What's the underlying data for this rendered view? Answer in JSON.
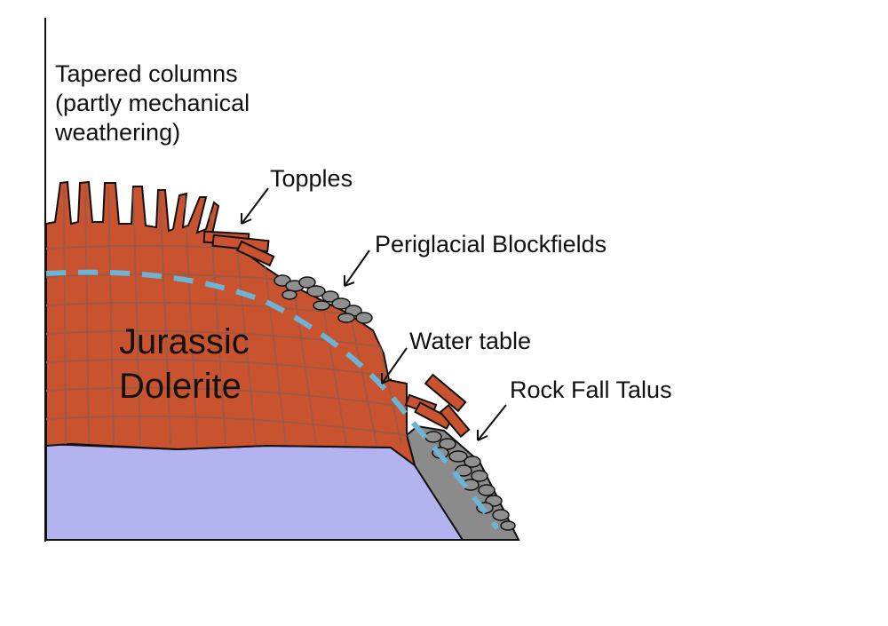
{
  "labels": {
    "tapered_columns": [
      "Tapered columns",
      "(partly mechanical",
      "weathering)"
    ],
    "topples": "Topples",
    "blockfields": "Periglacial Blockfields",
    "water_table": "Water table",
    "talus": "Rock Fall Talus",
    "rock_name": [
      "Jurassic",
      "Dolerite"
    ]
  },
  "colors": {
    "dolerite": "#c9532f",
    "joints": "#9a5a46",
    "base_rock": "#b3b3f0",
    "talus_slope": "#8b8b8b",
    "boulders": "#8f8f8f",
    "water_table": "#6db3d3",
    "outline": "#111111"
  }
}
